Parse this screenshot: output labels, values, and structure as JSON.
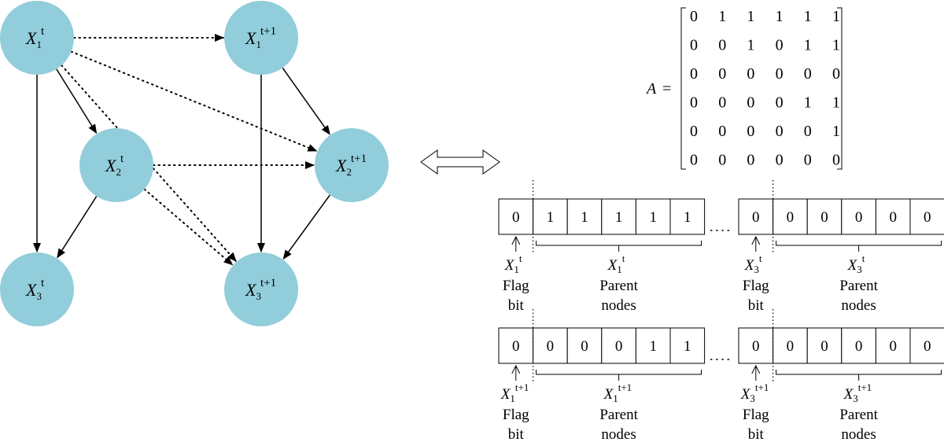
{
  "network": {
    "nodes": [
      {
        "id": "x1t",
        "var": "X",
        "sub": "1",
        "sup": "t"
      },
      {
        "id": "x2t",
        "var": "X",
        "sub": "2",
        "sup": "t"
      },
      {
        "id": "x3t",
        "var": "X",
        "sub": "3",
        "sup": "t"
      },
      {
        "id": "x1t1",
        "var": "X",
        "sub": "1",
        "sup": "t+1"
      },
      {
        "id": "x2t1",
        "var": "X",
        "sub": "2",
        "sup": "t+1"
      },
      {
        "id": "x3t1",
        "var": "X",
        "sub": "3",
        "sup": "t+1"
      }
    ],
    "intra_edges": [
      {
        "from": "x1t",
        "to": "x2t"
      },
      {
        "from": "x1t",
        "to": "x3t"
      },
      {
        "from": "x2t",
        "to": "x3t"
      },
      {
        "from": "x1t1",
        "to": "x2t1"
      },
      {
        "from": "x1t1",
        "to": "x3t1"
      },
      {
        "from": "x2t1",
        "to": "x3t1"
      }
    ],
    "inter_edges": [
      {
        "from": "x1t",
        "to": "x1t1"
      },
      {
        "from": "x1t",
        "to": "x2t1"
      },
      {
        "from": "x1t",
        "to": "x3t1"
      },
      {
        "from": "x2t",
        "to": "x2t1"
      },
      {
        "from": "x2t",
        "to": "x3t1"
      }
    ],
    "node_color": "#92cddb"
  },
  "matrix": {
    "label": "A",
    "equals": "=",
    "rows": [
      [
        0,
        1,
        1,
        1,
        1,
        1
      ],
      [
        0,
        0,
        1,
        0,
        1,
        1
      ],
      [
        0,
        0,
        0,
        0,
        0,
        0
      ],
      [
        0,
        0,
        0,
        0,
        1,
        1
      ],
      [
        0,
        0,
        0,
        0,
        0,
        1
      ],
      [
        0,
        0,
        0,
        0,
        0,
        0
      ]
    ]
  },
  "encoding": {
    "flag_label": "Flag",
    "flag_label_2": "bit",
    "parent_label": "Parent",
    "parent_label_2": "nodes",
    "ellipsis": "· · · ·",
    "rows": [
      {
        "left": {
          "flag": "0",
          "parents": [
            "1",
            "1",
            "1",
            "1",
            "1"
          ],
          "var": "X",
          "sub": "1",
          "sup": "t"
        },
        "right": {
          "flag": "0",
          "parents": [
            "0",
            "0",
            "0",
            "0",
            "0"
          ],
          "var": "X",
          "sub": "3",
          "sup": "t"
        }
      },
      {
        "left": {
          "flag": "0",
          "parents": [
            "0",
            "0",
            "0",
            "1",
            "1"
          ],
          "var": "X",
          "sub": "1",
          "sup": "t+1"
        },
        "right": {
          "flag": "0",
          "parents": [
            "0",
            "0",
            "0",
            "0",
            "0"
          ],
          "var": "X",
          "sub": "3",
          "sup": "t+1"
        }
      }
    ]
  }
}
